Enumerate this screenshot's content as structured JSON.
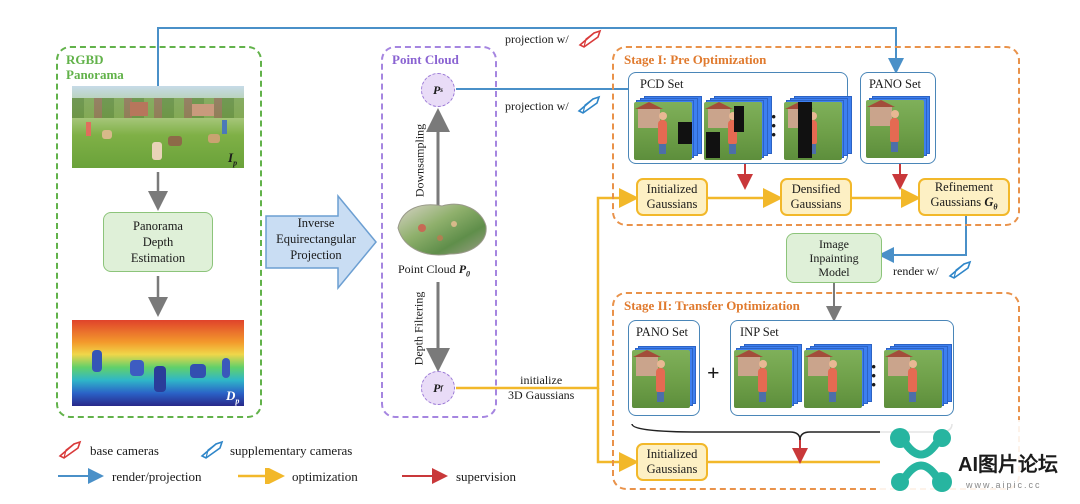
{
  "panorama": {
    "title_line1": "RGBD",
    "title_line2": "Panorama",
    "rgb_label": "I",
    "rgb_sub": "p",
    "depth_label": "D",
    "depth_sub": "p"
  },
  "depth_estimation": {
    "line1": "Panorama",
    "line2": "Depth",
    "line3": "Estimation"
  },
  "inverse_projection": {
    "line1": "Inverse",
    "line2": "Equirectangular",
    "line3": "Projection"
  },
  "point_cloud": {
    "title": "Point Cloud",
    "ps": "P",
    "ps_sub": "s",
    "pf": "P",
    "pf_sub": "f",
    "downsampling": "Downsampling",
    "depth_filtering": "Depth Filtering",
    "p0_label": "Point Cloud",
    "p0_sym": "P",
    "p0_sub": "0"
  },
  "edges": {
    "projection_base": "projection w/",
    "projection_supp": "projection w/",
    "render_supp": "render w/",
    "initialize_line1": "initialize",
    "initialize_line2": "3D Gaussians"
  },
  "stage1": {
    "title": "Stage I: Pre Optimization",
    "pcd_set": "PCD Set",
    "pano_set": "PANO Set",
    "init_line1": "Initialized",
    "init_line2": "Gaussians",
    "dens_line1": "Densified",
    "dens_line2": "Gaussians",
    "ref_line1": "Refinement",
    "ref_line2": "Gaussians",
    "ref_sym": "G",
    "ref_sub": "θ"
  },
  "inpainting": {
    "line1": "Image",
    "line2": "Inpainting",
    "line3": "Model"
  },
  "stage2": {
    "title": "Stage II: Transfer Optimization",
    "pano_set": "PANO Set",
    "plus": "+",
    "inp_set": "INP Set",
    "init_line1": "Initialized",
    "init_line2": "Gaussians"
  },
  "legend": {
    "base_cameras": "base cameras",
    "supp_cameras": "supplementary cameras",
    "render_projection": "render/projection",
    "optimization": "optimization",
    "supervision": "supervision"
  },
  "watermark": {
    "brand": "AI图片论坛",
    "url": "www.aipic.cc"
  },
  "colors": {
    "green": "#62b24a",
    "purple": "#8a63d2",
    "orange": "#e07a2e",
    "blue_line": "#4a90c8",
    "yellow_line": "#f2b82a",
    "red_line": "#c9383a"
  }
}
